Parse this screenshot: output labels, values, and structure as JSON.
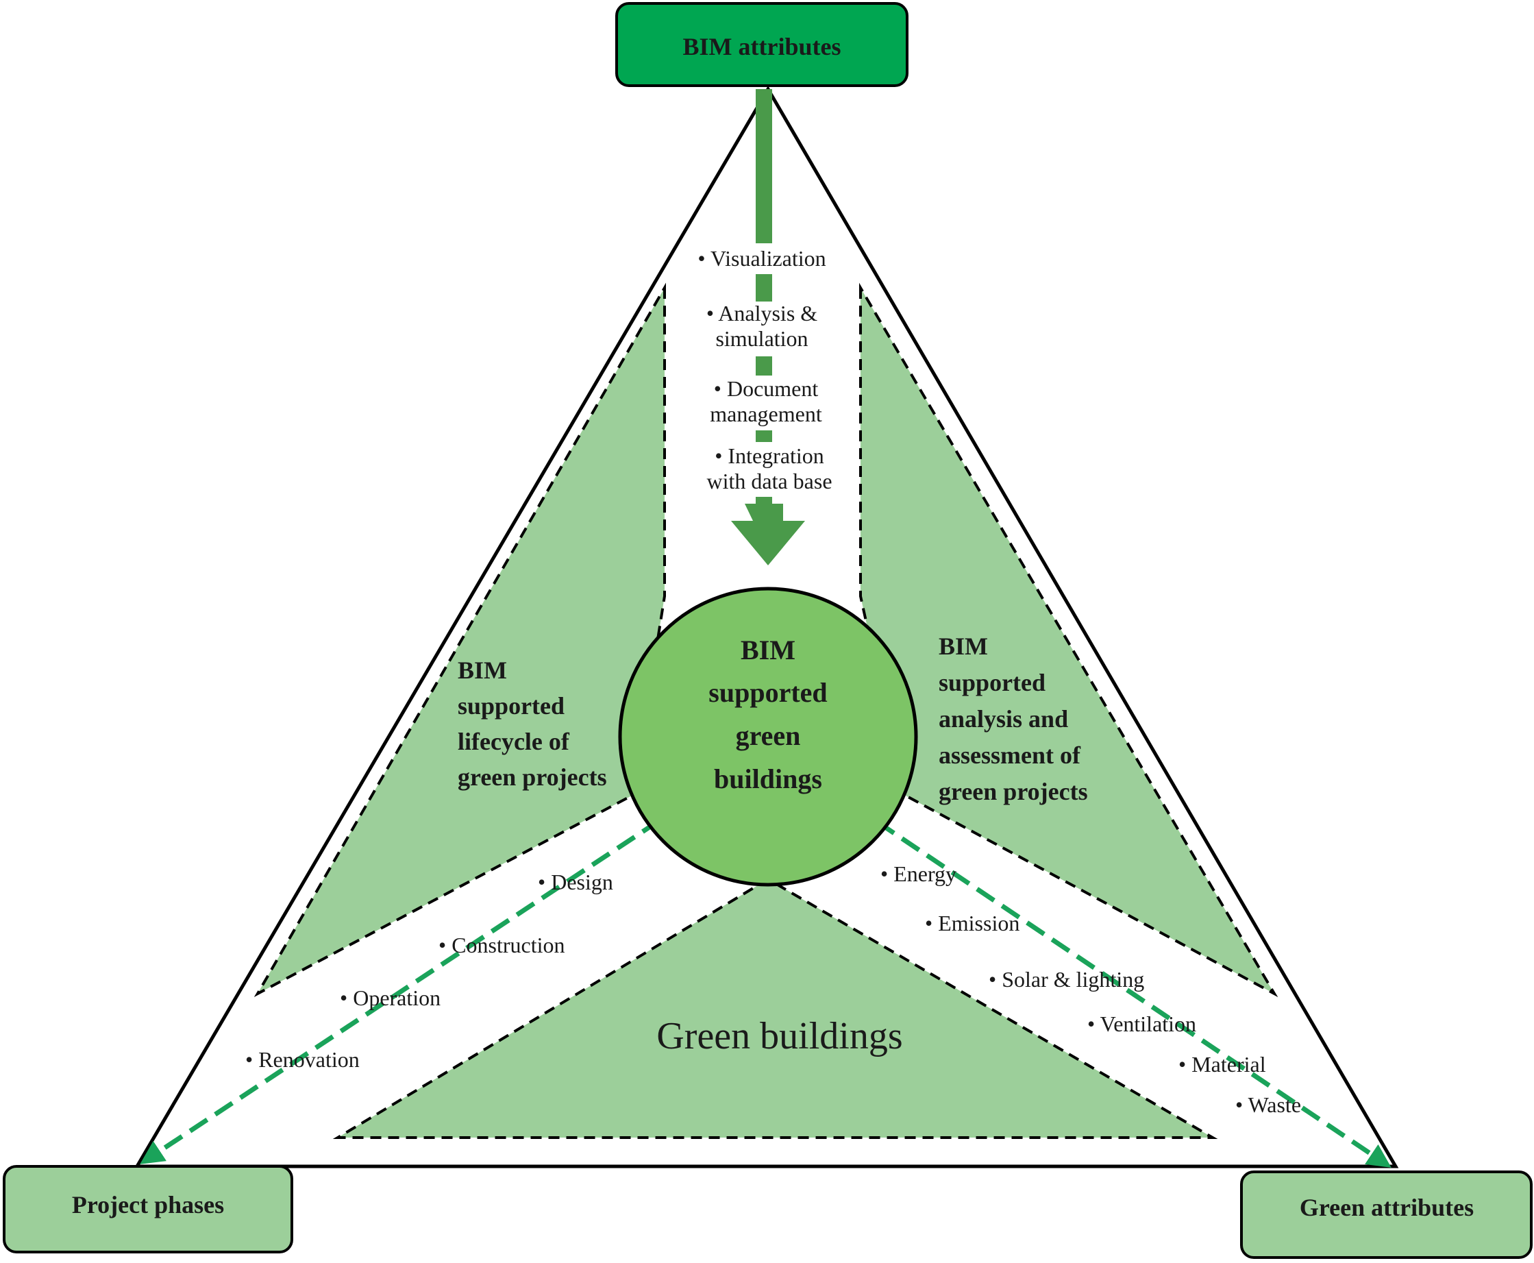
{
  "nodes": {
    "bim_attributes": "BIM attributes",
    "project_phases": "Project phases",
    "green_attributes": "Green attributes",
    "center": [
      "BIM",
      "supported",
      "green",
      "buildings"
    ],
    "green_buildings": "Green buildings",
    "left_region": [
      "BIM",
      "supported",
      "lifecycle of",
      "green projects"
    ],
    "right_region": [
      "BIM",
      "supported",
      "analysis and",
      "assessment of",
      "green projects"
    ]
  },
  "bim_attribute_items": [
    [
      "• Visualization"
    ],
    [
      "• Analysis &",
      "simulation"
    ],
    [
      "• Document",
      "management"
    ],
    [
      "• Integration",
      "with data base"
    ]
  ],
  "project_phase_items": [
    "• Design",
    "• Construction",
    "• Operation",
    "• Renovation"
  ],
  "green_attribute_items": [
    "• Energy",
    "• Emission",
    "• Solar & lighting",
    "• Ventilation",
    "• Material",
    "• Waste"
  ],
  "colors": {
    "box_dark": "#00a651",
    "box_light": "#9ccf9a",
    "region_fill": "#9ccf9a",
    "circle_fill": "#7dc466",
    "arrow_dark": "#4a9a4a",
    "arrow_bright": "#1aa35a",
    "outline": "#000000"
  }
}
